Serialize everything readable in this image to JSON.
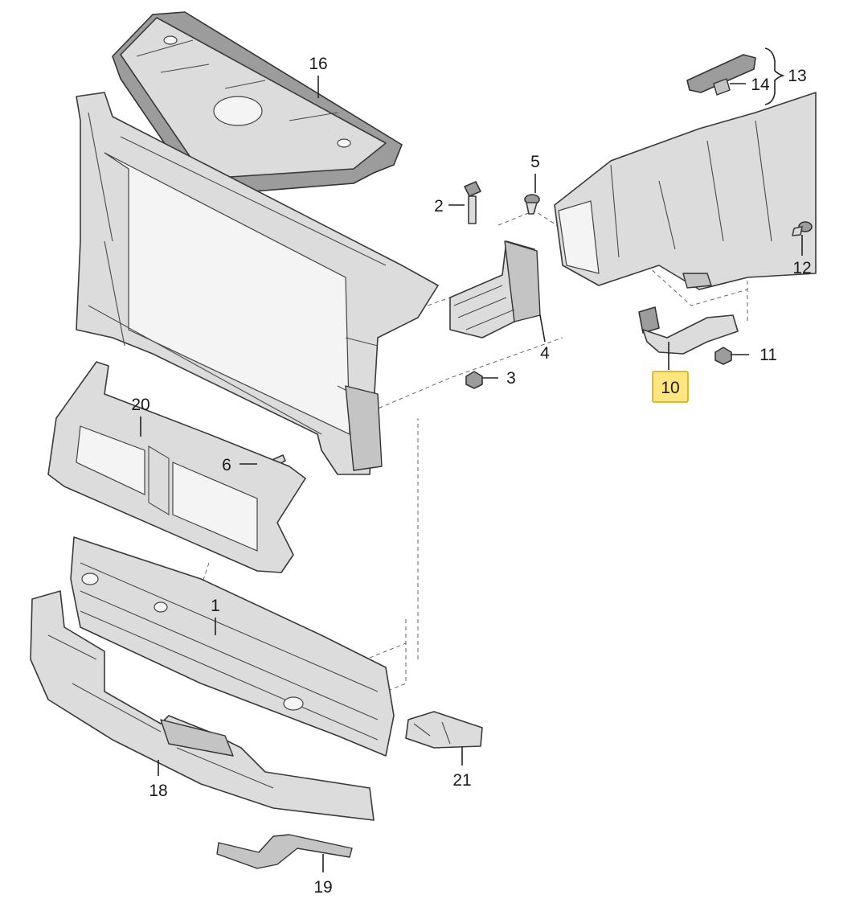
{
  "callouts": {
    "c1": "1",
    "c2": "2",
    "c3": "3",
    "c4": "4",
    "c5": "5",
    "c6": "6",
    "c10": "10",
    "c11": "11",
    "c12": "12",
    "c13": "13",
    "c14": "14",
    "c16": "16",
    "c18": "18",
    "c19": "19",
    "c20": "20",
    "c21": "21"
  },
  "highlight_color": "#ffe680"
}
